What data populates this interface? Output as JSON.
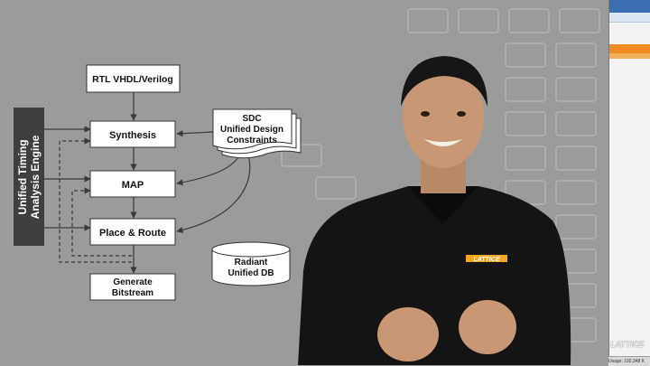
{
  "diagram": {
    "engine": {
      "line1": "Unified Timing",
      "line2": "Analysis Engine"
    },
    "rtl": {
      "label": "RTL VHDL/Verilog"
    },
    "synthesis": {
      "label": "Synthesis"
    },
    "map": {
      "label": "MAP"
    },
    "place_route": {
      "label": "Place & Route"
    },
    "bitstream": {
      "line1": "Generate",
      "line2": "Bitstream"
    },
    "sdc": {
      "line1": "SDC",
      "line2": "Unified Design",
      "line3": "Constraints"
    },
    "db": {
      "line1": "Radiant",
      "line2": "Unified DB"
    }
  },
  "presenter": {
    "shirt_logo": "LATTICE"
  },
  "side_window": {
    "logo": "LATTICE",
    "status": "Usage: 192,348 K"
  },
  "colors": {
    "background": "#9a9b9a",
    "engine_bar": "#3f3f3f",
    "box_fill": "#ffffff",
    "arrow": "#3a3a3a",
    "shirt": "#141414",
    "logo_accent": "#f5a623"
  }
}
